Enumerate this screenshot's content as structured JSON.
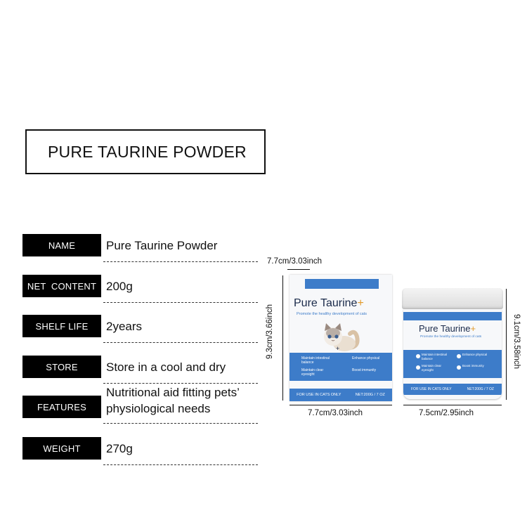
{
  "title": "PURE TAURINE POWDER",
  "specs": [
    {
      "label": "NAME",
      "value": "Pure Taurine Powder"
    },
    {
      "label": "NET  CONTENT",
      "value": "200g"
    },
    {
      "label": "SHELF LIFE",
      "value": "2years"
    },
    {
      "label": "STORE",
      "value": "Store in a cool and dry"
    },
    {
      "label": "FEATURES",
      "value_line1": "Nutritional aid fitting pets’",
      "value_line2": "physiological needs"
    },
    {
      "label": "WEIGHT",
      "value": "270g"
    }
  ],
  "dimensions": {
    "box_top": "7.7cm/3.03inch",
    "box_side": "9.3cm/3.66inch",
    "box_bottom": "7.7cm/3.03inch",
    "jar_bottom": "7.5cm/2.95inch",
    "jar_side": "9.1cm/3.58inch"
  },
  "product": {
    "name": "Pure Taurine",
    "plus": "+",
    "tagline": "Promote the healthy development of cats",
    "benefits": [
      "Maintain intestinal balance",
      "Enhance physical",
      "Maintain clear eyesight",
      "Boost immunity"
    ],
    "footer_left": "FOR USE IN CATS ONLY",
    "footer_right": "NET:200G / 7 OZ"
  },
  "colors": {
    "accent_blue": "#3d7cc9",
    "plus_orange": "#e39a2a"
  }
}
